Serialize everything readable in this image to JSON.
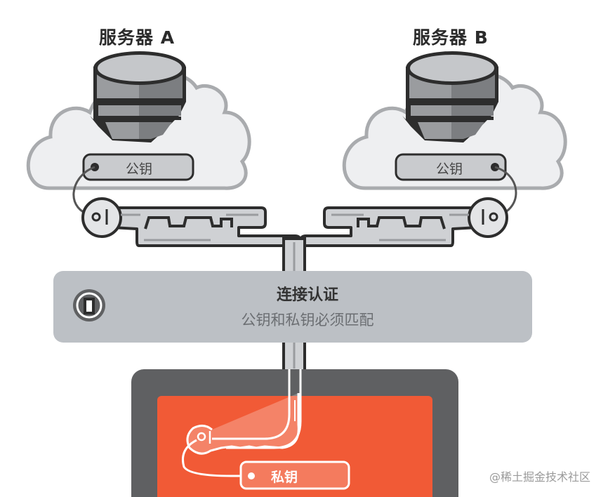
{
  "servers": [
    {
      "id": "A",
      "title": "服务器 A",
      "key_tag": "公钥"
    },
    {
      "id": "B",
      "title": "服务器 B",
      "key_tag": "公钥"
    }
  ],
  "auth_panel": {
    "icon": "power-toggle-icon",
    "title": "连接认证",
    "subtitle": "公钥和私钥必须匹配"
  },
  "client": {
    "key_tag": "私钥",
    "screen_color": "#f15a36",
    "frame_color": "#5f6062"
  },
  "colors": {
    "cloud_fill": "#eeeff1",
    "cloud_stroke": "#a9abae",
    "panel_fill": "#bcc0c5",
    "outline": "#2d2d2d",
    "key_fill": "#cfd1d4"
  },
  "watermark": "@稀土掘金技术社区"
}
